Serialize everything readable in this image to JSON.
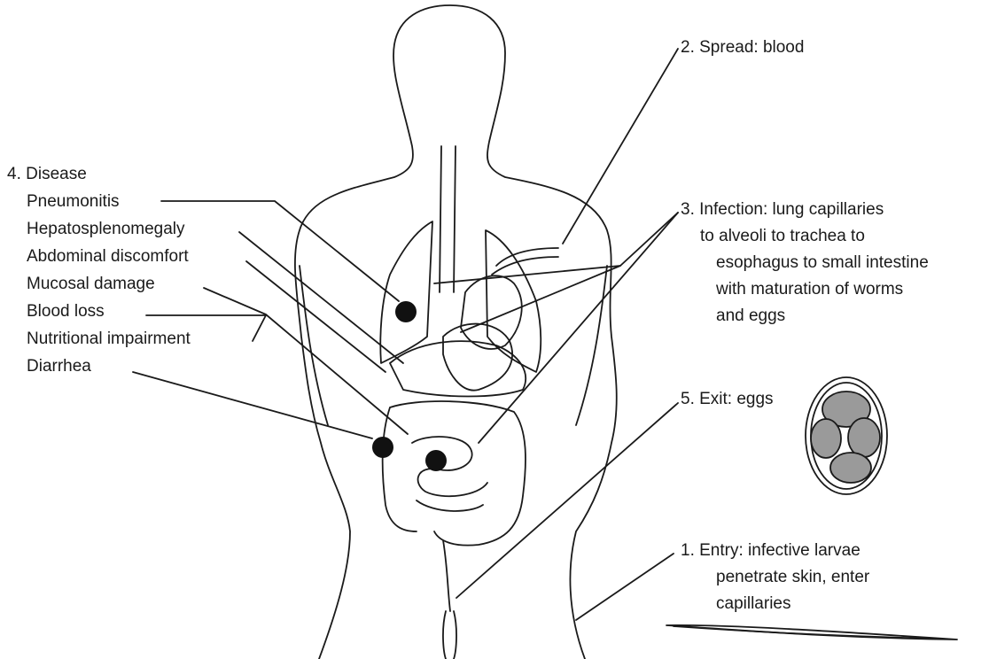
{
  "disease": {
    "heading": "4. Disease",
    "items": [
      "Pneumonitis",
      "Hepatosplenomegaly",
      "Abdominal discomfort",
      "Mucosal damage",
      "Blood loss",
      "Nutritional impairment",
      "Diarrhea"
    ]
  },
  "spread": {
    "label": "2. Spread: blood"
  },
  "infection": {
    "lines": [
      "3. Infection: lung capillaries",
      "to alveoli to trachea to",
      "esophagus to small intestine",
      "with maturation of worms",
      "and eggs"
    ]
  },
  "exit": {
    "label": "5. Exit: eggs"
  },
  "entry": {
    "lines": [
      "1. Entry: infective larvae",
      "penetrate skin, enter",
      "capillaries"
    ]
  },
  "colors": {
    "ink": "#1a1a1a",
    "egg_cell": "#9a9a9a",
    "lesion": "#111111"
  }
}
